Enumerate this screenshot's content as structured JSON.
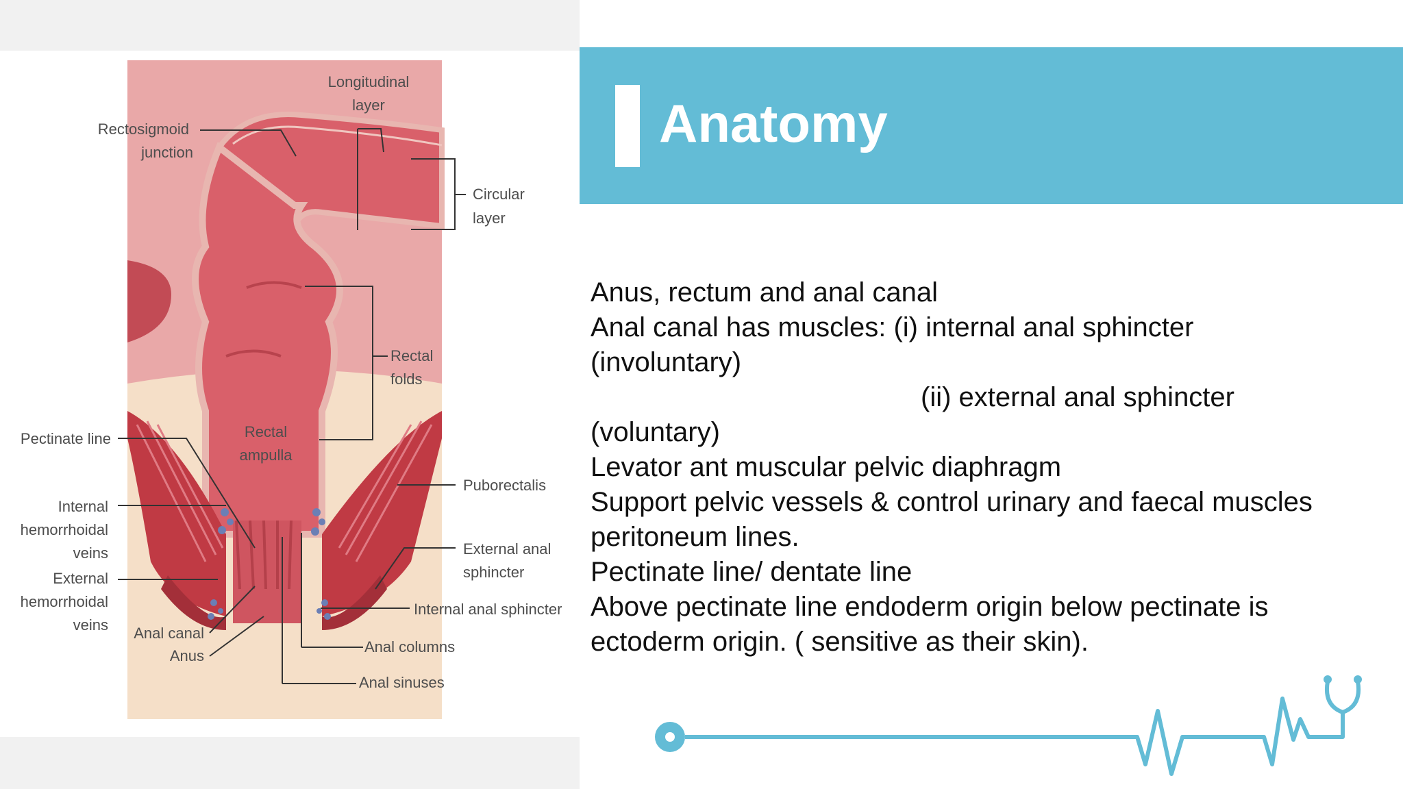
{
  "slide": {
    "title": "Anatomy",
    "body_lines": [
      "Anus, rectum and anal canal",
      "Anal canal has muscles: (i) internal anal sphincter",
      "(involuntary)",
      "(ii) external anal sphincter",
      "(voluntary)",
      "Levator ant muscular pelvic diaphragm",
      "Support pelvic vessels & control urinary and faecal muscles",
      "peritoneum lines.",
      "Pectinate line/ dentate line",
      "Above pectinate line endoderm origin below pectinate is",
      "ectoderm origin. ( sensitive as their skin)."
    ]
  },
  "diagram": {
    "labels": {
      "longitudinal_1": "Longitudinal",
      "longitudinal_2": "layer",
      "rectosigmoid_1": "Rectosigmoid",
      "rectosigmoid_2": "junction",
      "circular_1": "Circular",
      "circular_2": "layer",
      "rectal_folds_1": "Rectal",
      "rectal_folds_2": "folds",
      "rectal_ampulla_1": "Rectal",
      "rectal_ampulla_2": "ampulla",
      "pectinate_line": "Pectinate line",
      "puborectalis": "Puborectalis",
      "internal_hem_1": "Internal",
      "internal_hem_2": "hemorrhoidal",
      "internal_hem_3": "veins",
      "external_anal_1": "External anal",
      "external_anal_2": "sphincter",
      "external_hem_1": "External",
      "external_hem_2": "hemorrhoidal",
      "external_hem_3": "veins",
      "internal_anal_sphincter": "Internal anal sphincter",
      "anal_canal": "Anal canal",
      "anal_columns": "Anal columns",
      "anus": "Anus",
      "anal_sinuses": "Anal sinuses"
    },
    "colors": {
      "tissue_pink": "#e9a5a6",
      "rectum_red": "#d9606a",
      "muscle_red": "#c03a44",
      "skin_cream": "#f5dfc8",
      "vein_blue": "#6b7fb5"
    }
  },
  "decoration": {
    "icons": [
      "ecg-line-icon",
      "stethoscope-icon"
    ],
    "accent": "#63bcd6"
  }
}
